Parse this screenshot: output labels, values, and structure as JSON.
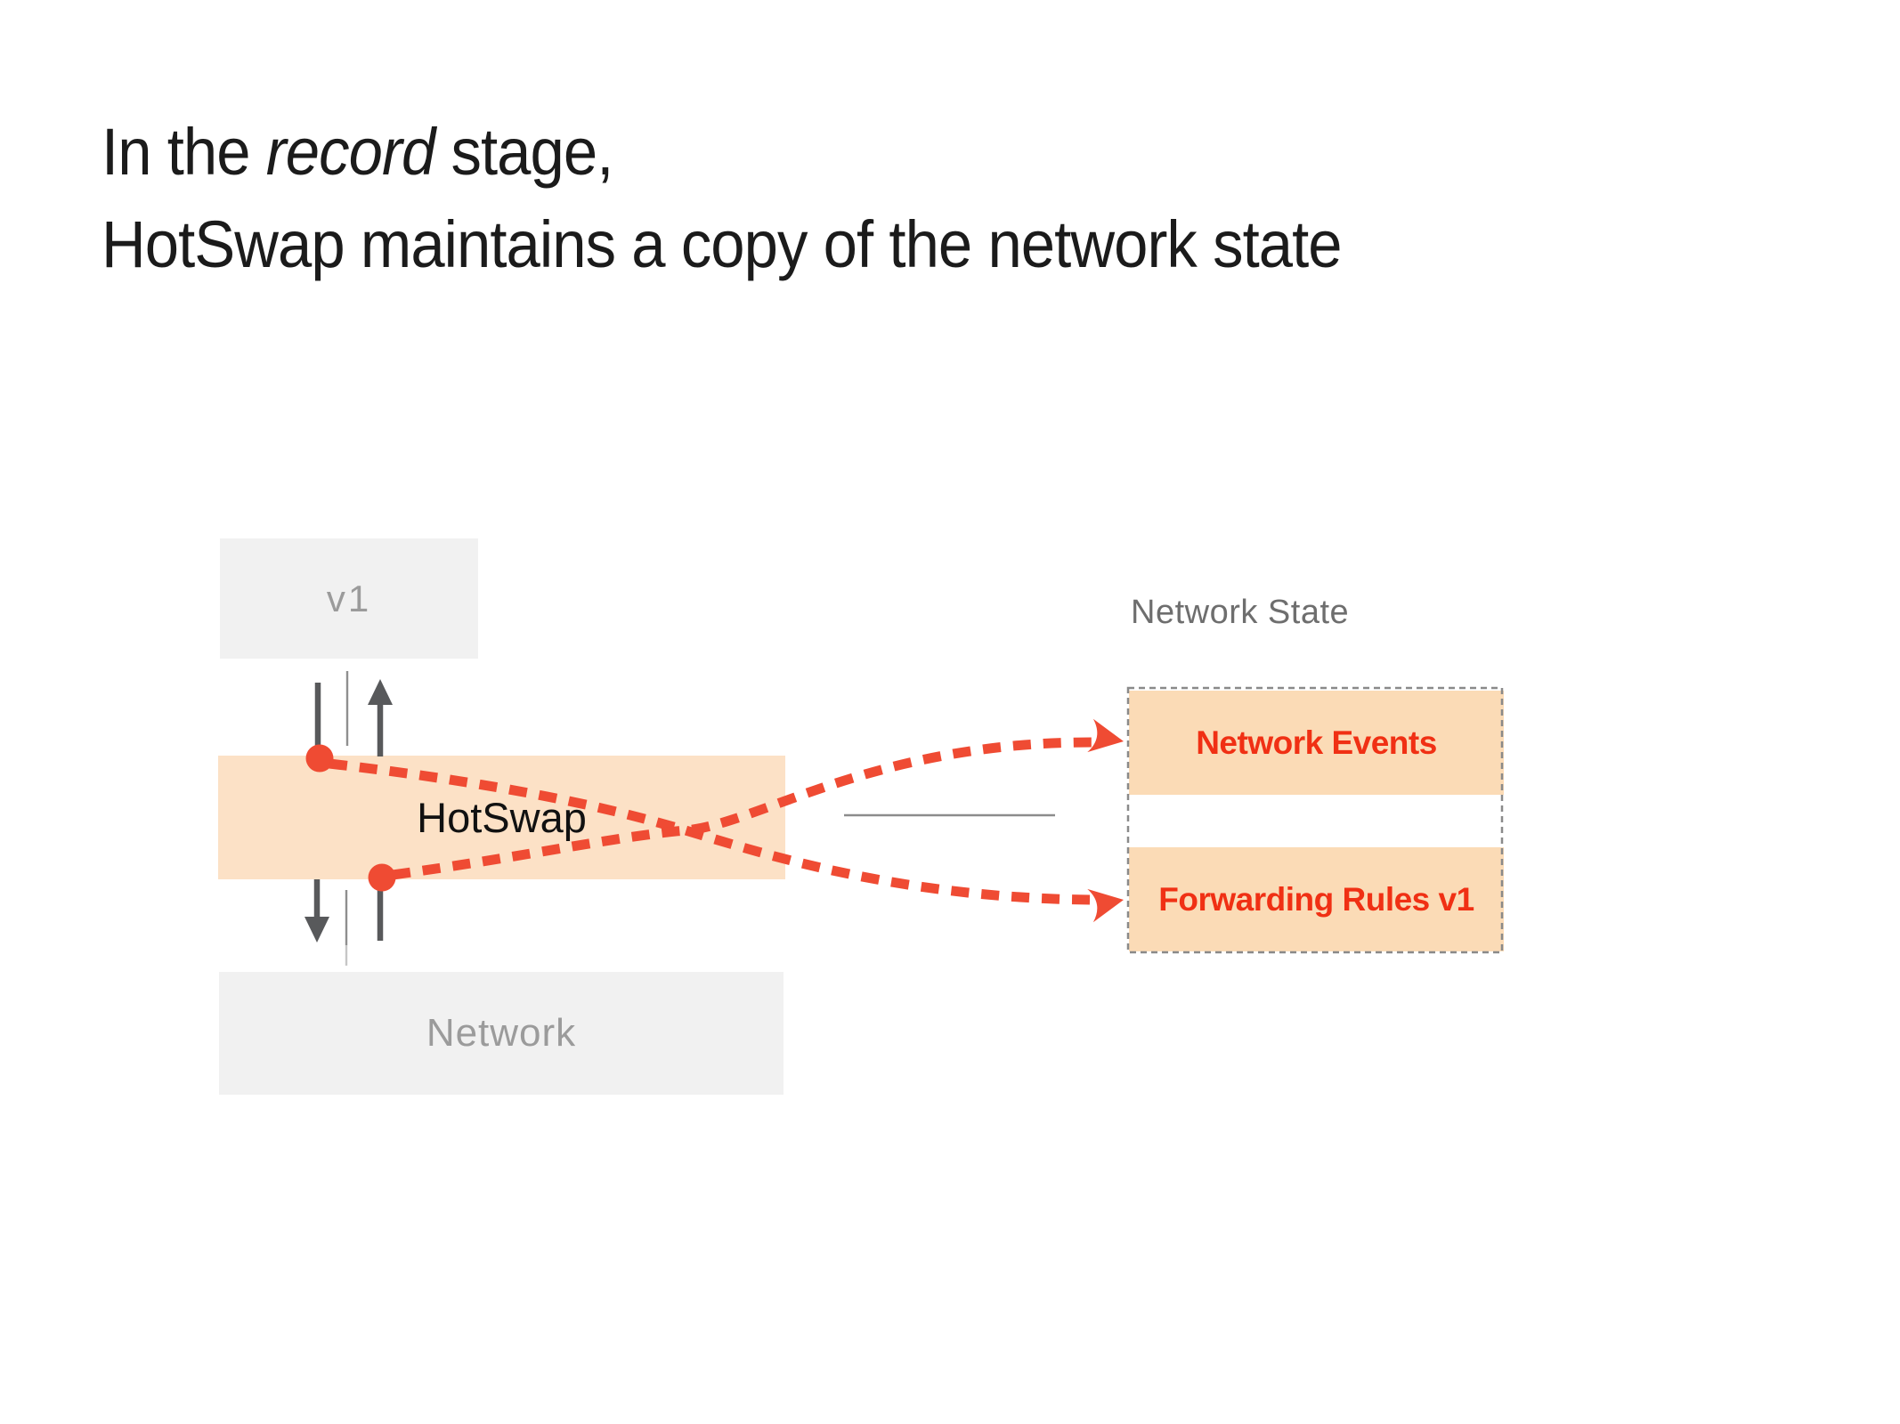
{
  "slide": {
    "title": {
      "line1": {
        "pre": "In the ",
        "em": "record",
        "post": " stage,"
      },
      "line2": "HotSwap maintains a copy of the network state"
    },
    "controller_box": {
      "label": "v1"
    },
    "proxy_box": {
      "label": "HotSwap"
    },
    "network_box": {
      "label": "Network"
    },
    "network_state": {
      "title": "Network State",
      "items": [
        {
          "label": "Network Events"
        },
        {
          "label": "Forwarding Rules v1"
        }
      ]
    },
    "colors": {
      "title_black": "#1b1b1b",
      "peach_fill": "#fce1c6",
      "state_fill": "#fbdbb6",
      "gray_fill": "#f1f1f1",
      "gray_label": "#9b9b9b",
      "state_title_gray": "#6e6e6e",
      "state_text_red": "#f03014",
      "dashed_red": "#ef4b33",
      "arrow_gray": "#58595b",
      "thin_line_gray": "#8f8f8f",
      "divider_gray": "#8c8c8c",
      "dotted_border_gray": "#8a8a8a"
    }
  }
}
